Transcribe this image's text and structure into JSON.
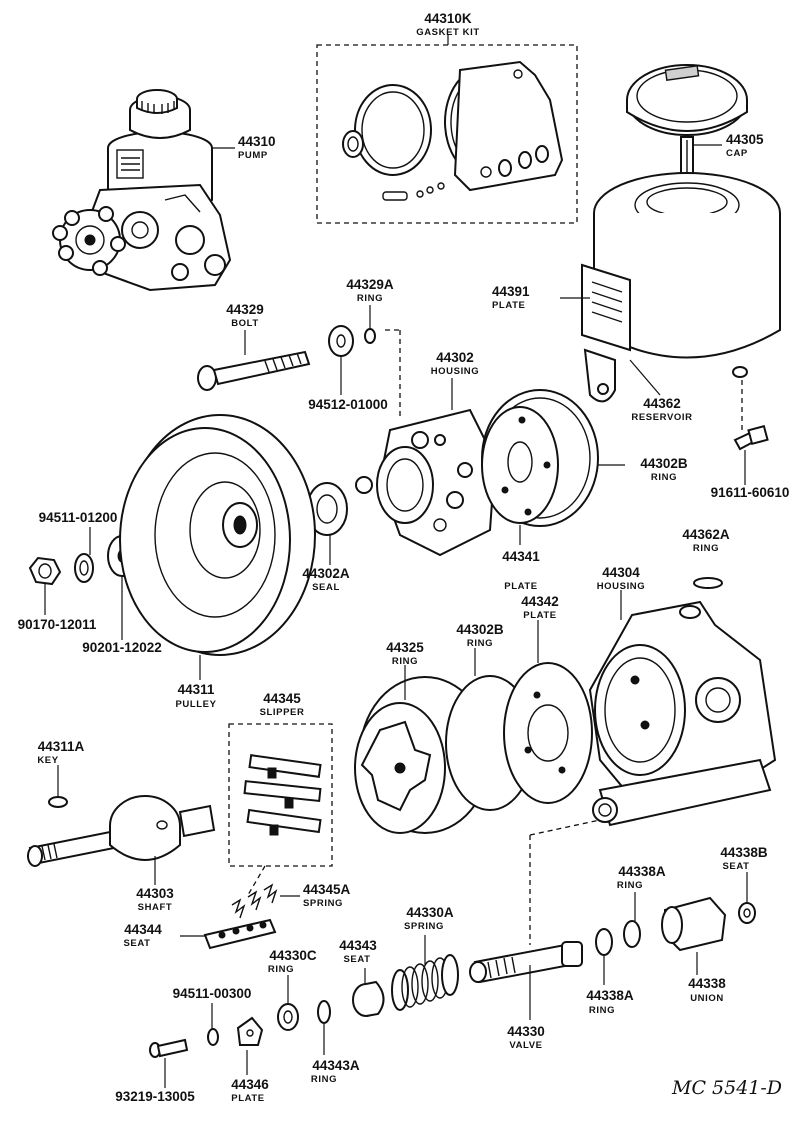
{
  "parts": [
    {
      "id": "p44310k",
      "number": "44310K",
      "name": "GASKET KIT"
    },
    {
      "id": "p44310",
      "number": "44310",
      "name": "PUMP"
    },
    {
      "id": "p44305",
      "number": "44305",
      "name": "CAP"
    },
    {
      "id": "p44391",
      "number": "44391",
      "name": "PLATE"
    },
    {
      "id": "p44329",
      "number": "44329",
      "name": "BOLT"
    },
    {
      "id": "p44329a",
      "number": "44329A",
      "name": "RING"
    },
    {
      "id": "p44302",
      "number": "44302",
      "name": "HOUSING"
    },
    {
      "id": "p94512",
      "number": "94512-01000",
      "name": ""
    },
    {
      "id": "p44362",
      "number": "44362",
      "name": "RESERVOIR"
    },
    {
      "id": "p91611",
      "number": "91611-60610",
      "name": ""
    },
    {
      "id": "p44302b1",
      "number": "44302B",
      "name": "RING"
    },
    {
      "id": "p94511a",
      "number": "94511-01200",
      "name": ""
    },
    {
      "id": "p44302a",
      "number": "44302A",
      "name": "SEAL"
    },
    {
      "id": "p44341",
      "number": "44341",
      "name": "PLATE"
    },
    {
      "id": "p44362a",
      "number": "44362A",
      "name": "RING"
    },
    {
      "id": "p44304",
      "number": "44304",
      "name": "HOUSING"
    },
    {
      "id": "p90170",
      "number": "90170-12011",
      "name": ""
    },
    {
      "id": "p90201",
      "number": "90201-12022",
      "name": ""
    },
    {
      "id": "p44342",
      "number": "44342",
      "name": "PLATE"
    },
    {
      "id": "p44325",
      "number": "44325",
      "name": "RING"
    },
    {
      "id": "p44302b2",
      "number": "44302B",
      "name": "RING"
    },
    {
      "id": "p44311",
      "number": "44311",
      "name": "PULLEY"
    },
    {
      "id": "p44345",
      "number": "44345",
      "name": "SLIPPER"
    },
    {
      "id": "p44311a",
      "number": "44311A",
      "name": "KEY"
    },
    {
      "id": "p44303",
      "number": "44303",
      "name": "SHAFT"
    },
    {
      "id": "p44345a",
      "number": "44345A",
      "name": "SPRING"
    },
    {
      "id": "p44338a1",
      "number": "44338A",
      "name": "RING"
    },
    {
      "id": "p44338b",
      "number": "44338B",
      "name": "SEAT"
    },
    {
      "id": "p44344",
      "number": "44344",
      "name": "SEAT"
    },
    {
      "id": "p44330a",
      "number": "44330A",
      "name": "SPRING"
    },
    {
      "id": "p44330c",
      "number": "44330C",
      "name": "RING"
    },
    {
      "id": "p44343",
      "number": "44343",
      "name": "SEAT"
    },
    {
      "id": "p94511b",
      "number": "94511-00300",
      "name": ""
    },
    {
      "id": "p44338",
      "number": "44338",
      "name": "UNION"
    },
    {
      "id": "p44338a2",
      "number": "44338A",
      "name": "RING"
    },
    {
      "id": "p44330",
      "number": "44330",
      "name": "VALVE"
    },
    {
      "id": "p93219",
      "number": "93219-13005",
      "name": ""
    },
    {
      "id": "p44346",
      "number": "44346",
      "name": "PLATE"
    },
    {
      "id": "p44343a",
      "number": "44343A",
      "name": "RING"
    }
  ],
  "reference_code": "MC 5541-D"
}
